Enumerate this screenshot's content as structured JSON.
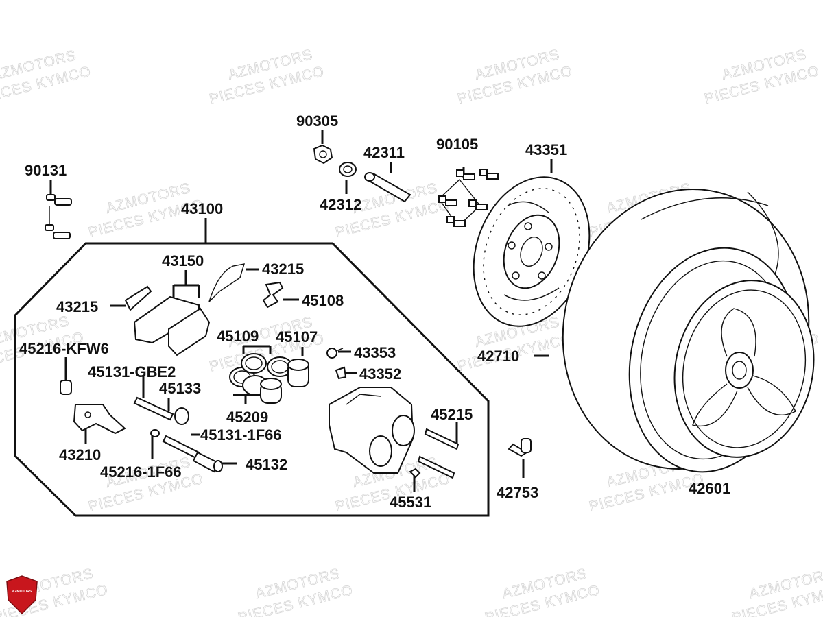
{
  "watermark": {
    "line1": "AZMOTORS",
    "line2": "PIECES KYMCO"
  },
  "logo": {
    "text": "AZMOTORS",
    "color": "#c8161d"
  },
  "colors": {
    "ink": "#111111",
    "watermark": "#d8d8d8",
    "background": "#ffffff"
  },
  "parts": {
    "p90305": "90305",
    "p42311": "42311",
    "p42312": "42312",
    "p90105": "90105",
    "p43351": "43351",
    "p90131": "90131",
    "p43100": "43100",
    "p43150": "43150",
    "p43215a": "43215",
    "p43215b": "43215",
    "p45108": "45108",
    "p45216kfw6": "45216-KFW6",
    "p45109": "45109",
    "p45107": "45107",
    "p43353": "43353",
    "p43352": "43352",
    "p45131gbe2": "45131-GBE2",
    "p45133": "45133",
    "p45209": "45209",
    "p45131_1f66": "45131-1F66",
    "p45215": "45215",
    "p43210": "43210",
    "p45216_1f66": "45216-1F66",
    "p45132": "45132",
    "p45531": "45531",
    "p42710": "42710",
    "p42753": "42753",
    "p42601": "42601"
  }
}
